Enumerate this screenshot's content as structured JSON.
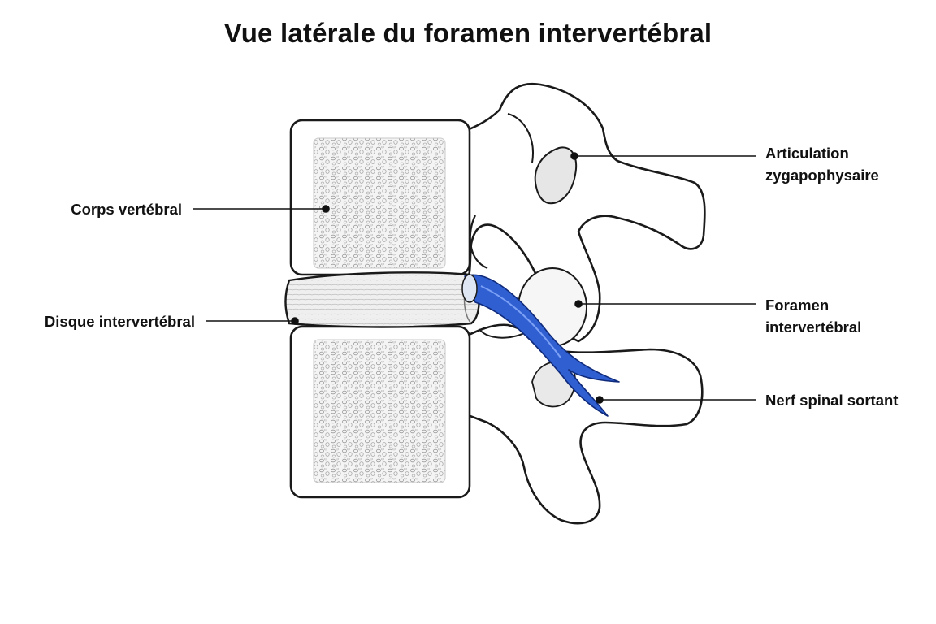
{
  "title": "Vue latérale du foramen intervertébral",
  "labels": {
    "corps": "Corps vertébral",
    "disque": "Disque intervertébral",
    "articulation_line1": "Articulation",
    "articulation_line2": "zygapophysaire",
    "foramen_line1": "Foramen",
    "foramen_line2": "intervertébral",
    "nerf": "Nerf spinal sortant"
  },
  "colors": {
    "nerve": "#2f5fd0",
    "outline": "#1a1a1a",
    "leader": "#111111"
  }
}
